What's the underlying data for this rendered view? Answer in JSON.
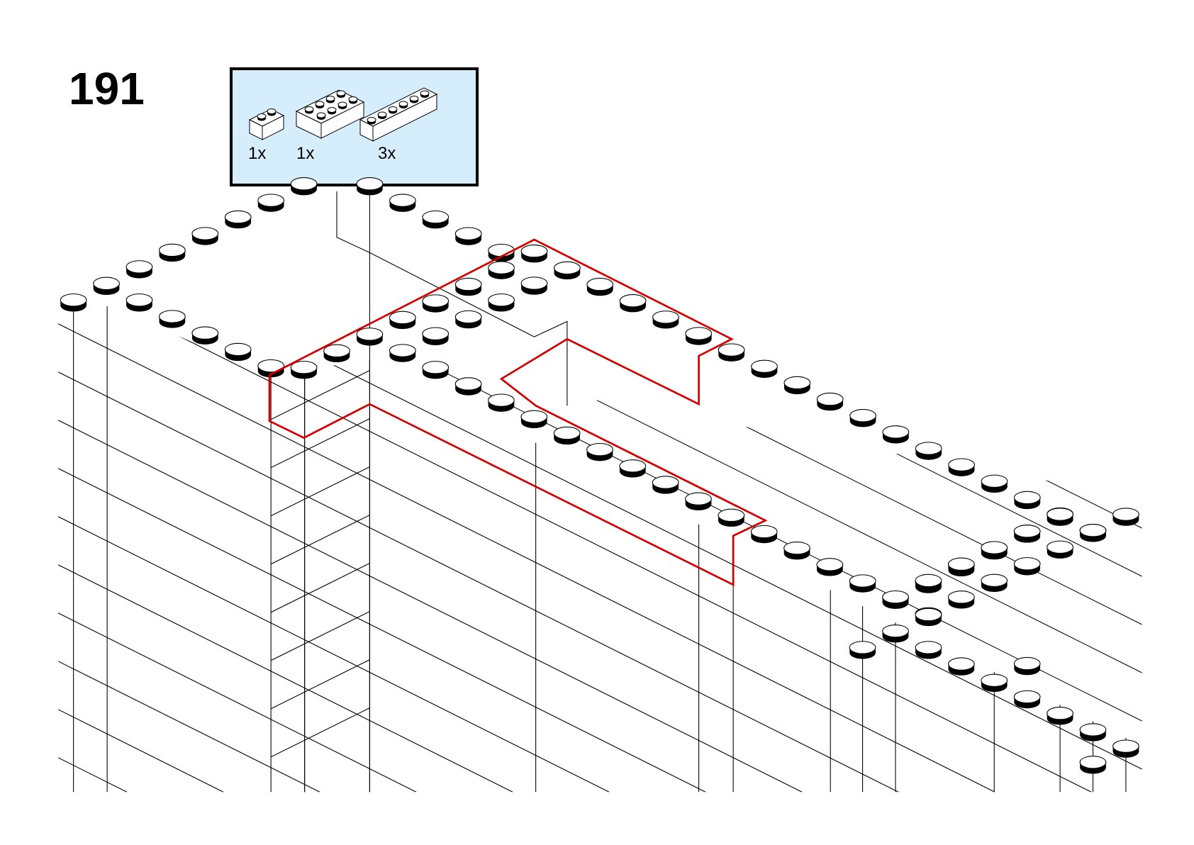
{
  "step": {
    "number": "191"
  },
  "parts_list": {
    "background_color": "#d6edfb",
    "items": [
      {
        "part": "brick-1x2-white",
        "quantity": "1x"
      },
      {
        "part": "brick-2x4-white",
        "quantity": "1x"
      },
      {
        "part": "brick-1x6-white",
        "quantity": "3x"
      }
    ]
  },
  "highlight_color": "#d40000"
}
